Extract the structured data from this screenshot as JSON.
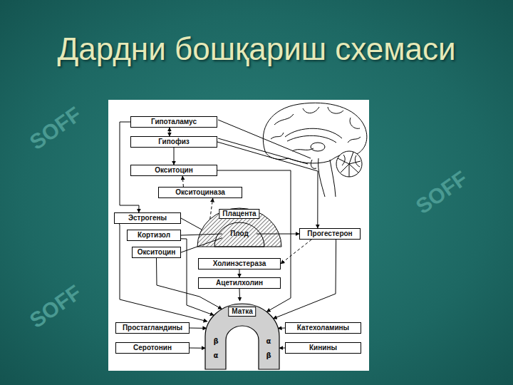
{
  "diagram": {
    "title": "Дардни бошқариш схемаси",
    "nodes": [
      {
        "text": [
          "Гипоталамус"
        ]
      },
      {
        "text": [
          "Гипофиз"
        ]
      },
      {
        "text": [
          "Окситоцин"
        ]
      },
      {
        "text": [
          "Окситоциназа"
        ]
      },
      {
        "text": [
          "Эстрогены"
        ]
      },
      {
        "text": [
          "Плацента"
        ]
      },
      {
        "text": [
          "Плод"
        ],
        "in": 5
      },
      {
        "text": [
          "Кортизол"
        ]
      },
      {
        "text": [
          "Прогестерон"
        ]
      },
      {
        "text": [
          "Окситоцин"
        ]
      },
      {
        "text": [
          "Холинэстераза"
        ]
      },
      {
        "text": [
          "Ацетилхолин"
        ]
      },
      {
        "text": [
          "Матка"
        ]
      },
      {
        "text": [
          "Простагландины"
        ]
      },
      {
        "text": [
          "Катехоламины"
        ]
      },
      {
        "text": [
          "Серотонин"
        ]
      },
      {
        "text": [
          "Кинины"
        ]
      }
    ],
    "edges": [
      {
        "from": 0,
        "to": 1,
        "arrow": "both"
      },
      {
        "from": 1,
        "to": 2,
        "arrow": "to"
      },
      {
        "from": 0,
        "to": 4,
        "arrow": "to"
      },
      {
        "from": 1,
        "to": 8,
        "arrow": "to"
      },
      {
        "from": 2,
        "to": 12,
        "arrow": "to"
      },
      {
        "from": 3,
        "to": 2,
        "arrow": "to"
      },
      {
        "from": 5,
        "to": 3,
        "arrow": "to"
      },
      {
        "from": 4,
        "to": 5,
        "arrow": "none"
      },
      {
        "from": 7,
        "to": 6,
        "arrow": "none"
      },
      {
        "from": 9,
        "to": 6,
        "arrow": "none"
      },
      {
        "from": 6,
        "to": 8,
        "arrow": "to"
      },
      {
        "from": 8,
        "to": 10,
        "arrow": "to"
      },
      {
        "from": 10,
        "to": 11,
        "arrow": "to"
      },
      {
        "from": 11,
        "to": 12,
        "arrow": "to"
      },
      {
        "from": 8,
        "to": 12,
        "arrow": "to"
      },
      {
        "from": 4,
        "to": 12,
        "arrow": "to"
      },
      {
        "from": 7,
        "to": 12,
        "arrow": "to"
      },
      {
        "from": 9,
        "to": 12,
        "arrow": "to"
      },
      {
        "from": 13,
        "to": 12,
        "arrow": "to"
      },
      {
        "from": 15,
        "to": 12,
        "arrow": "to"
      },
      {
        "from": 14,
        "to": 12,
        "arrow": "to"
      },
      {
        "from": 16,
        "to": 12,
        "arrow": "to"
      }
    ],
    "labels": [
      "β",
      "α",
      "α",
      "β",
      "SOFF",
      "SOFF",
      "SOFF"
    ]
  }
}
